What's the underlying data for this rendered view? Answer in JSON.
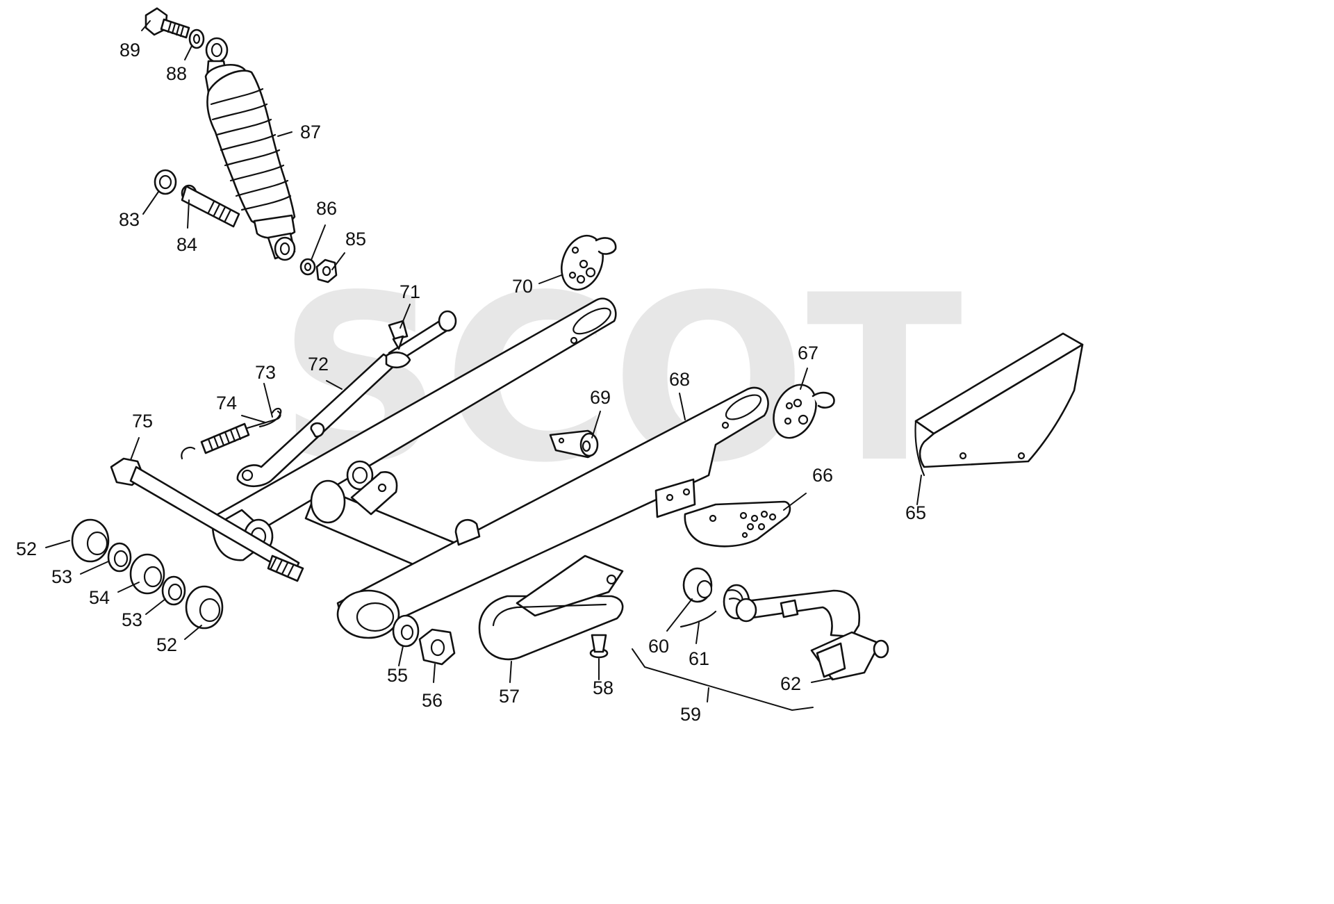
{
  "diagram": {
    "labels": {
      "l52a": "52",
      "l53a": "53",
      "l54": "54",
      "l53b": "53",
      "l52b": "52",
      "l55": "55",
      "l56": "56",
      "l57": "57",
      "l58": "58",
      "l59": "59",
      "l60": "60",
      "l61": "61",
      "l62": "62",
      "l65": "65",
      "l66": "66",
      "l67": "67",
      "l68": "68",
      "l69": "69",
      "l70": "70",
      "l71": "71",
      "l72": "72",
      "l73": "73",
      "l74": "74",
      "l75": "75",
      "l83": "83",
      "l84": "84",
      "l85": "85",
      "l86": "86",
      "l87": "87",
      "l88": "88",
      "l89": "89"
    },
    "watermark": "SCOT",
    "colors": {
      "line": "#111111",
      "paper": "#ffffff",
      "watermark": "#bdbdbd"
    }
  }
}
